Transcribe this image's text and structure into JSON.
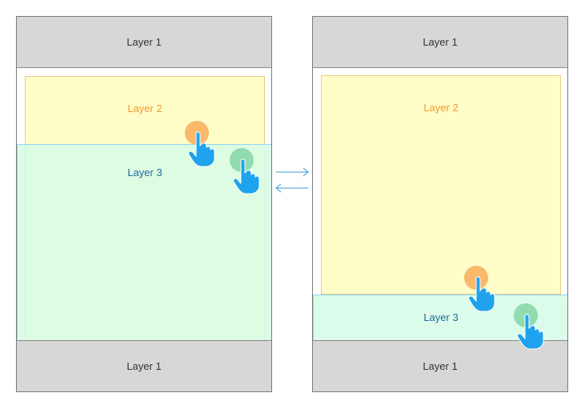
{
  "colors": {
    "layer1_fill": "#d7d7d7",
    "layer2_fill": "#fffdc8",
    "layer2_text": "#f39a2f",
    "layer3_fill": "#d6fce7",
    "layer3_text": "#1f6a9e",
    "touch_orange": "#fab060",
    "touch_green": "#87d8aa",
    "hand": "#1fa3ee",
    "arrow": "#3d9ad6"
  },
  "left_phone": {
    "top_bar": "Layer 1",
    "middle_panel": "Layer 2",
    "overlay_panel": "Layer 3",
    "bottom_bar": "Layer 1"
  },
  "right_phone": {
    "top_bar": "Layer 1",
    "middle_panel": "Layer 2",
    "overlay_panel": "Layer 3",
    "bottom_bar": "Layer 1"
  },
  "icons": {
    "hand": "pointing-hand-icon",
    "arrows": "bidirectional-arrows-icon"
  }
}
